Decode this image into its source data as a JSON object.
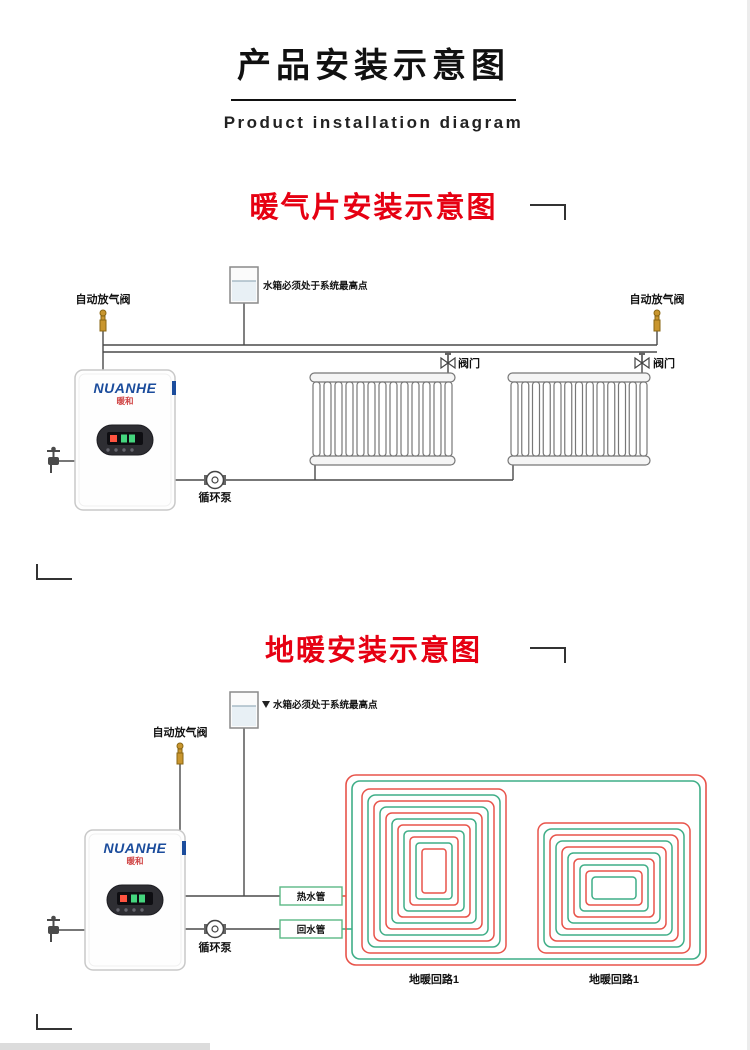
{
  "page": {
    "title": "产品安装示意图",
    "subtitle": "Product installation diagram"
  },
  "section_radiator": {
    "heading": "暖气片安装示意图",
    "labels": {
      "auto_vent_left": "自动放气阀",
      "auto_vent_right": "自动放气阀",
      "tank_note": "水箱必须处于系统最高点",
      "valve_1": "阀门",
      "valve_2": "阀门",
      "pump": "循环泵"
    }
  },
  "section_floor": {
    "heading": "地暖安装示意图",
    "labels": {
      "auto_vent": "自动放气阀",
      "tank_note": "水箱必须处于系统最高点",
      "hot_pipe": "热水管",
      "return_pipe": "回水管",
      "pump": "循环泵",
      "loop_1": "地暖回路1",
      "loop_2": "地暖回路1"
    }
  },
  "boiler": {
    "brand": "NUANHE",
    "brand_sub": "暖和"
  },
  "colors": {
    "heading_red": "#e60012",
    "coil_red": "#e8534a",
    "coil_green": "#3fae87",
    "pipe_gray": "#4a4a4a",
    "brand_blue": "#1b4c9c",
    "valve_gold": "#c9962e",
    "box_green": "#5cb885"
  }
}
